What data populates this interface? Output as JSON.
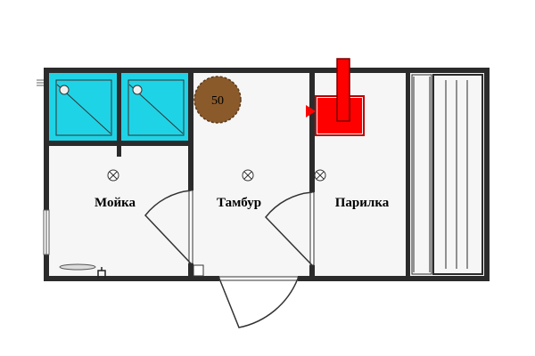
{
  "rooms": [
    {
      "id": "moyka",
      "label": "Мойка"
    },
    {
      "id": "tambur",
      "label": "Тамбур"
    },
    {
      "id": "parilka",
      "label": "Парилка"
    }
  ],
  "fixtures": {
    "water_tank_label": "50",
    "shower_color": "#1fd3e6",
    "stove_color": "#ff0000",
    "tank_color": "#8b5a2b",
    "wall_color": "#2b2b2b"
  },
  "icons": [
    "ceiling-light-icon",
    "door-swing-icon",
    "window-icon",
    "stove-icon",
    "shower-tray-icon"
  ]
}
